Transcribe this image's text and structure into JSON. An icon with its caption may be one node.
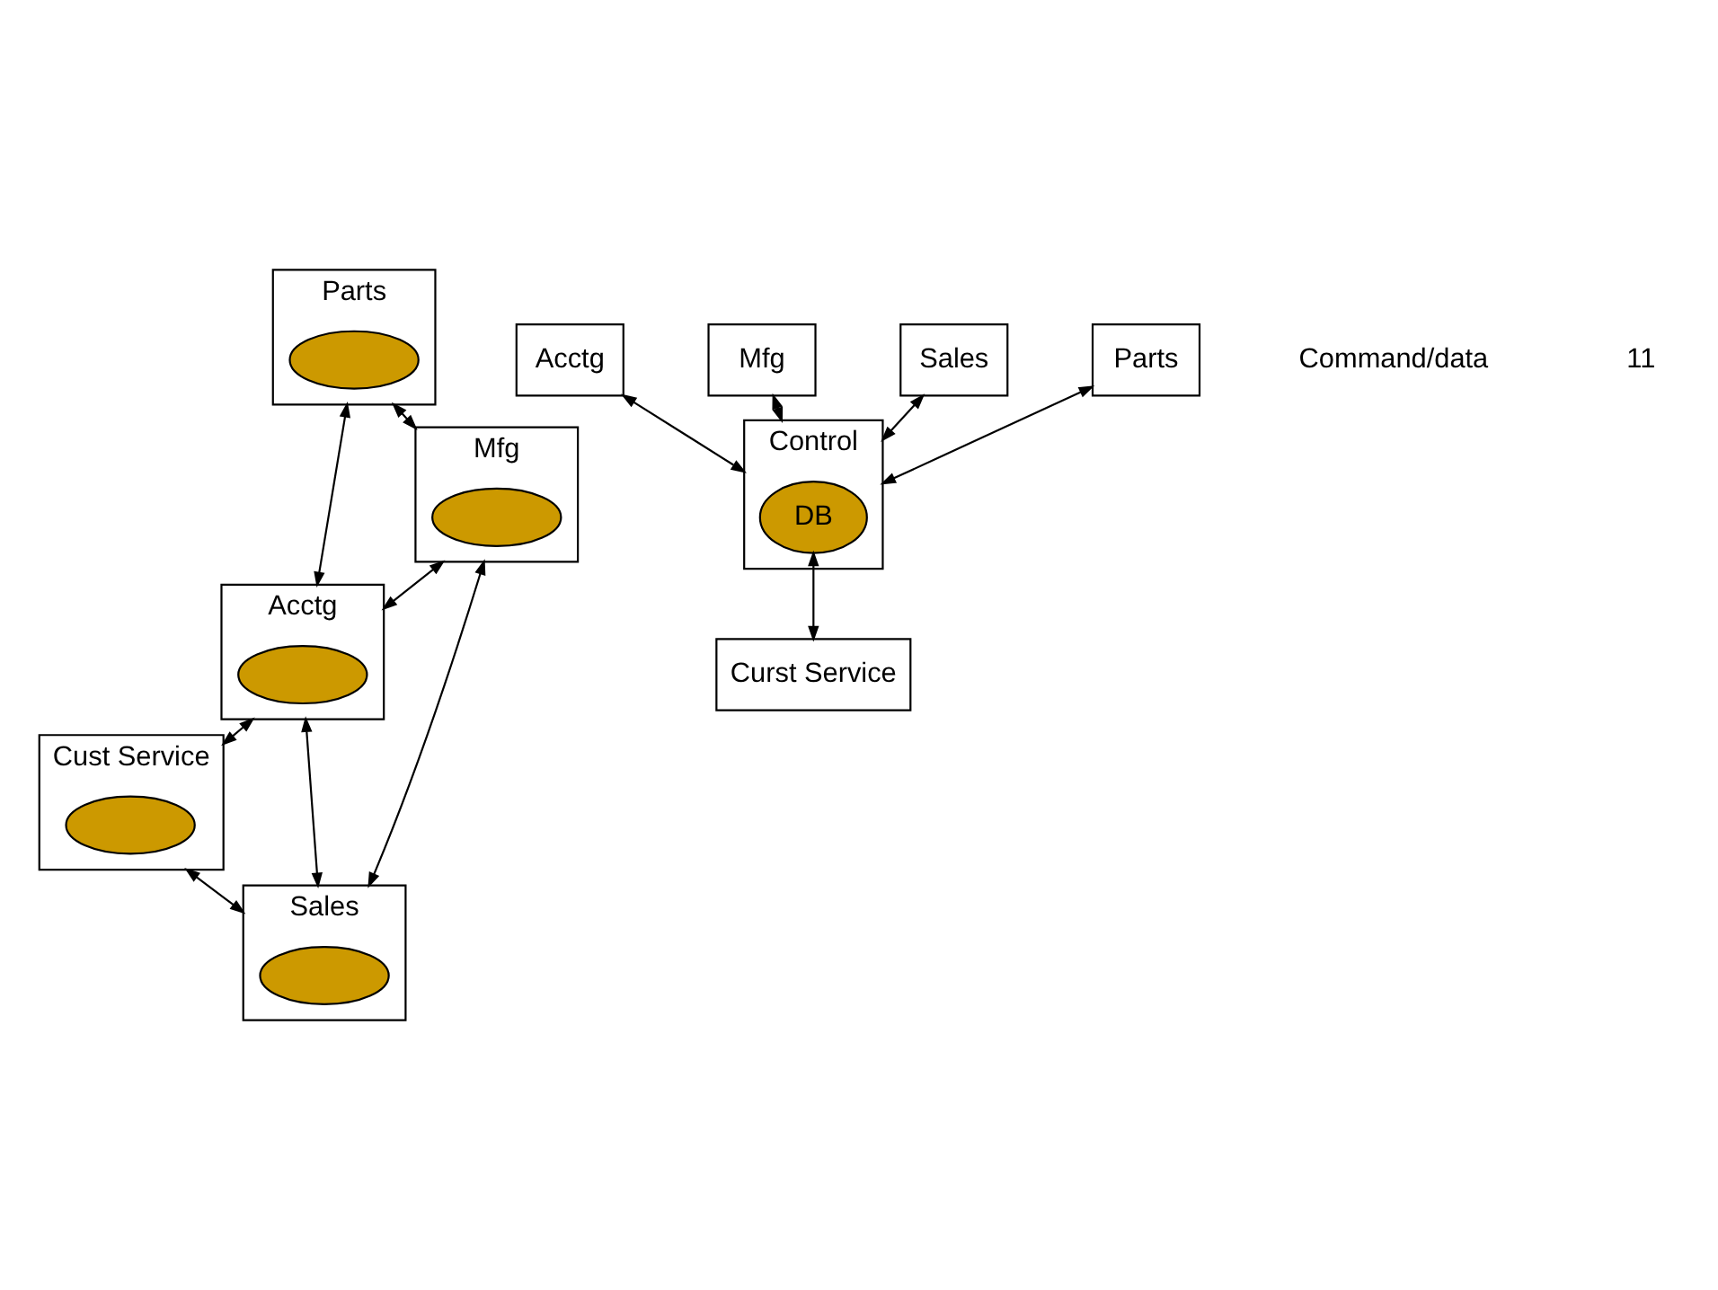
{
  "diagram": {
    "nodes": [
      {
        "text": [
          "Parts"
        ]
      },
      {
        "text": [],
        "shape": "ellipse",
        "in": 0
      },
      {
        "text": [
          "Mfg"
        ]
      },
      {
        "text": [],
        "shape": "ellipse",
        "in": 2
      },
      {
        "text": [
          "Acctg"
        ]
      },
      {
        "text": [],
        "shape": "ellipse",
        "in": 4
      },
      {
        "text": [
          "Cust Service"
        ]
      },
      {
        "text": [],
        "shape": "ellipse",
        "in": 6
      },
      {
        "text": [
          "Sales"
        ]
      },
      {
        "text": [],
        "shape": "ellipse",
        "in": 8
      },
      {
        "text": [
          "Acctg"
        ]
      },
      {
        "text": [
          "Mfg"
        ]
      },
      {
        "text": [
          "Sales"
        ]
      },
      {
        "text": [
          "Parts"
        ]
      },
      {
        "text": [
          "Control"
        ]
      },
      {
        "text": [
          "DB"
        ],
        "in": 14
      },
      {
        "text": [
          "Curst Service"
        ]
      }
    ],
    "edges": [
      {
        "from": 0,
        "to": 2,
        "arrow": "both"
      },
      {
        "from": 0,
        "to": 4,
        "arrow": "both"
      },
      {
        "from": 2,
        "to": 4,
        "arrow": "both"
      },
      {
        "from": 2,
        "to": 8,
        "arrow": "both"
      },
      {
        "from": 4,
        "to": 6,
        "arrow": "both"
      },
      {
        "from": 4,
        "to": 8,
        "arrow": "both"
      },
      {
        "from": 6,
        "to": 8,
        "arrow": "both"
      },
      {
        "from": 11,
        "to": 14,
        "arrow": "both"
      },
      {
        "from": 10,
        "to": 14,
        "arrow": "both"
      },
      {
        "from": 12,
        "to": 14,
        "arrow": "both"
      },
      {
        "from": 13,
        "to": 14,
        "arrow": "both"
      },
      {
        "from": 15,
        "to": 16,
        "arrow": "both"
      }
    ],
    "labels": [
      "Command/data",
      "11"
    ]
  }
}
